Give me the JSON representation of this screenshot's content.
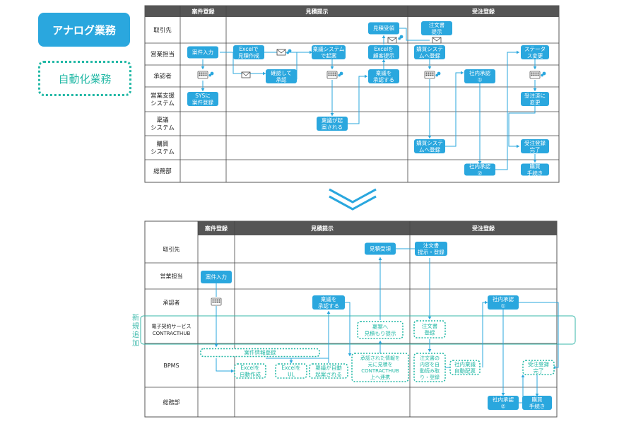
{
  "legend": {
    "analog": "アナログ業務",
    "automated": "自動化業務"
  },
  "top": {
    "phases": [
      "案件登録",
      "見積提示",
      "受注登録"
    ],
    "lanes": [
      [
        "取引先"
      ],
      [
        "営業担当"
      ],
      [
        "承認者"
      ],
      [
        "営業支援",
        "システム"
      ],
      [
        "稟議",
        "システム"
      ],
      [
        "購買",
        "システム"
      ],
      [
        "総務部"
      ]
    ],
    "boxes": [
      [
        "見積受領"
      ],
      [
        "注文書",
        "提示"
      ],
      [
        "案件入力"
      ],
      [
        "Excelで",
        "見積作成"
      ],
      [
        "稟議システム",
        "で起案"
      ],
      [
        "Excelを",
        "顧客提示"
      ],
      [
        "購買システ",
        "ムへ登録"
      ],
      [
        "ステータ",
        "ス変更"
      ],
      [
        "確認して",
        "承認"
      ],
      [
        "稟議を",
        "承認する"
      ],
      [
        "社内承認",
        "①"
      ],
      [
        "SYSに",
        "案件登録"
      ],
      [
        "受注済に",
        "変更"
      ],
      [
        "稟議が起",
        "案される"
      ],
      [
        "購買システ",
        "ムへ登録"
      ],
      [
        "受注登録",
        "完了"
      ],
      [
        "社内承認",
        "②"
      ],
      [
        "購買",
        "手続き"
      ]
    ]
  },
  "bottom": {
    "phases": [
      "案件登録",
      "見積提示",
      "受注登録"
    ],
    "lanes": [
      [
        "取引先"
      ],
      [
        "営業担当"
      ],
      [
        "承認者"
      ],
      [
        "電子契約サービス",
        "CONTRACTHUB"
      ],
      [
        "BPMS"
      ],
      [
        "総務部"
      ]
    ],
    "new_label": "新規追加",
    "boxes": [
      [
        "見積受領"
      ],
      [
        "注文書",
        "提示・登録"
      ],
      [
        "案件入力"
      ],
      [
        "稟議を",
        "承認する"
      ],
      [
        "社内承認",
        "①"
      ],
      [
        "社内承認",
        "②"
      ],
      [
        "購買",
        "手続き"
      ]
    ],
    "dotted": [
      [
        "稟案へ",
        "見積もり提示"
      ],
      [
        "注文書",
        "登録"
      ],
      [
        "案件情報登録"
      ],
      [
        "Excelを",
        "自動作成"
      ],
      [
        "Excelを",
        "UL"
      ],
      [
        "稟議が自動",
        "起案される"
      ],
      [
        "承認された情報を",
        "元に見積を",
        "CONTRACTHUB",
        "上へ連携"
      ],
      [
        "注文書の",
        "内容を自",
        "動読み取",
        "り・登録"
      ],
      [
        "社内稟議",
        "自動配票"
      ],
      [
        "受注登録",
        "完了"
      ]
    ]
  }
}
